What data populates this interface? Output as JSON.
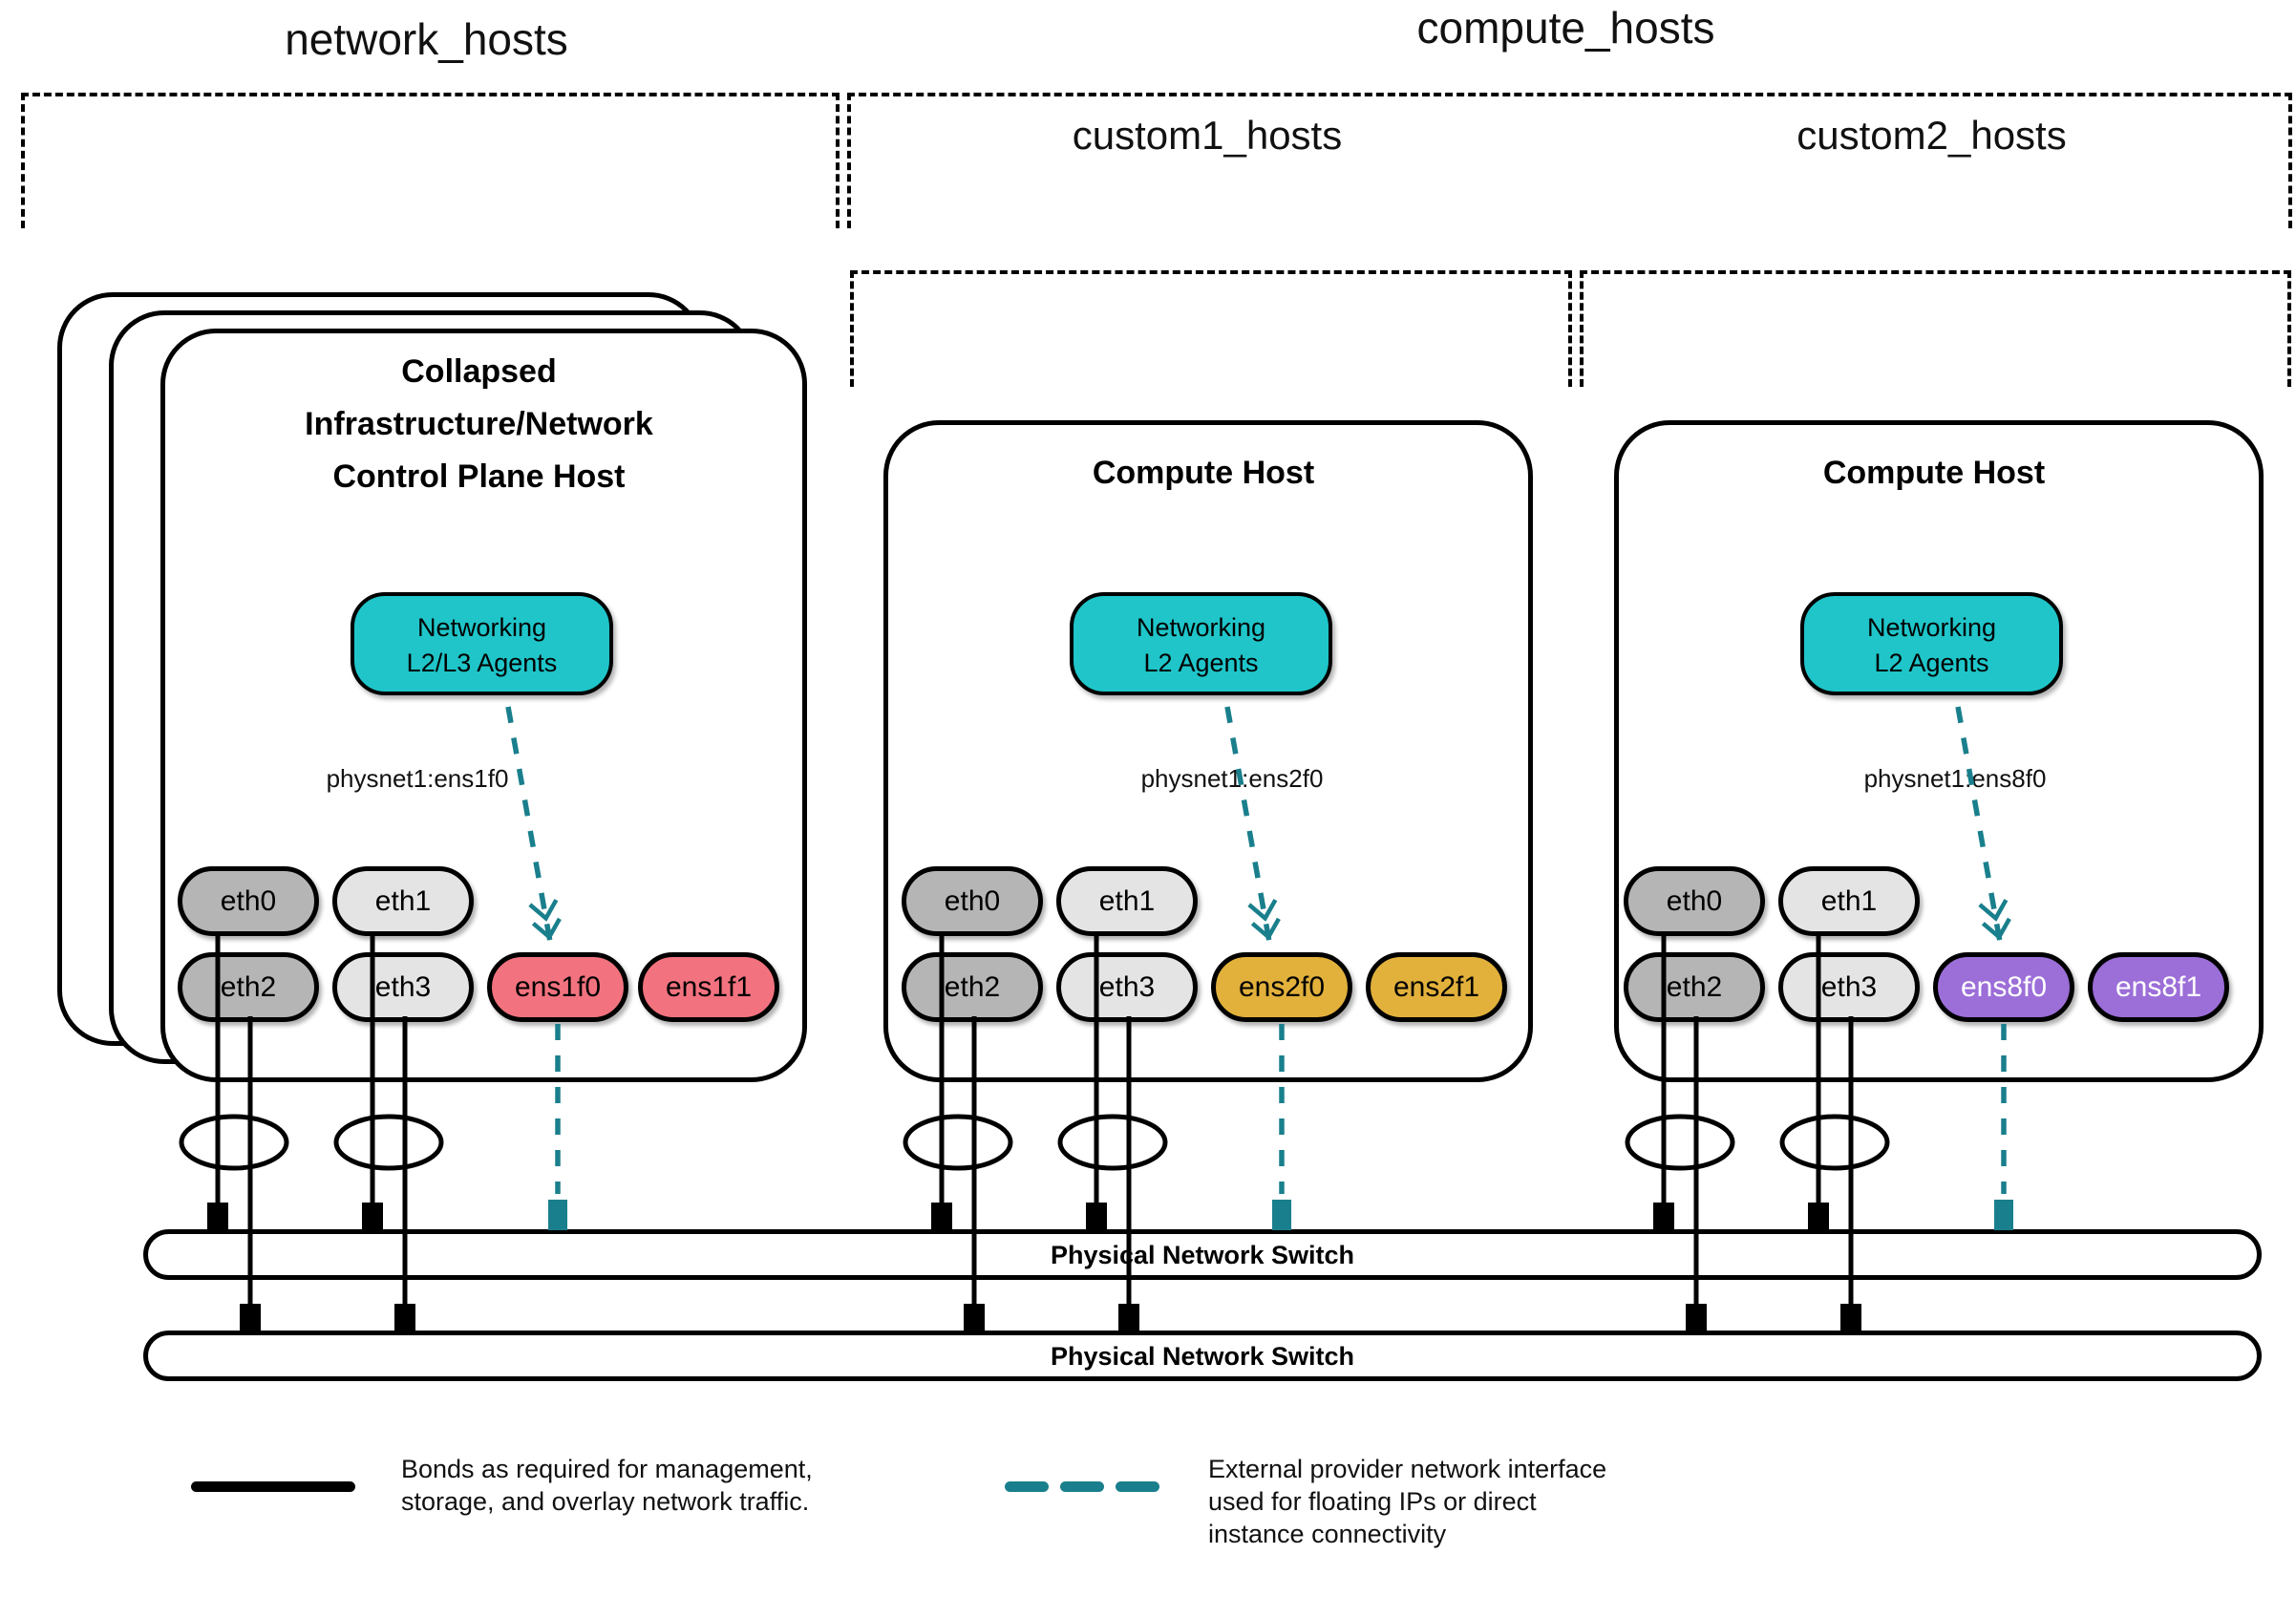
{
  "groups": {
    "network_hosts": {
      "label": "network_hosts"
    },
    "compute_hosts": {
      "label": "compute_hosts"
    },
    "custom1_hosts": {
      "label": "custom1_hosts"
    },
    "custom2_hosts": {
      "label": "custom2_hosts"
    }
  },
  "hosts": [
    {
      "title_lines": [
        "Collapsed",
        "Infrastructure/Network",
        "Control Plane Host"
      ],
      "agent": {
        "line1": "Networking",
        "line2": "L2/L3 Agents"
      },
      "physnet": "physnet1:ens1f0",
      "nics": [
        "eth0",
        "eth1",
        "eth2",
        "eth3",
        "ens1f0",
        "ens1f1"
      ]
    },
    {
      "title": "Compute Host",
      "agent": {
        "line1": "Networking",
        "line2": "L2 Agents"
      },
      "physnet": "physnet1:ens2f0",
      "nics": [
        "eth0",
        "eth1",
        "eth2",
        "eth3",
        "ens2f0",
        "ens2f1"
      ]
    },
    {
      "title": "Compute Host",
      "agent": {
        "line1": "Networking",
        "line2": "L2 Agents"
      },
      "physnet": "physnet1:ens8f0",
      "nics": [
        "eth0",
        "eth1",
        "eth2",
        "eth3",
        "ens8f0",
        "ens8f1"
      ]
    }
  ],
  "switches": [
    {
      "label": "Physical Network Switch"
    },
    {
      "label": "Physical Network Switch"
    }
  ],
  "legend": {
    "bond": {
      "line1": "Bonds as required for management,",
      "line2": "storage, and overlay network traffic."
    },
    "external": {
      "line1": "External provider network interface",
      "line2": "used for floating IPs or direct",
      "line3": "instance connectivity"
    }
  },
  "colors": {
    "agent_box_fill": "#1FC5C9",
    "external_provider_teal": "#1A7F8C",
    "nic_gray_dark": "#B5B5B5",
    "nic_gray_light": "#E4E4E4",
    "nic_pink": "#F2737F",
    "nic_gold": "#E2B13C",
    "nic_purple": "#9C6ED8",
    "stroke": "#000000"
  }
}
